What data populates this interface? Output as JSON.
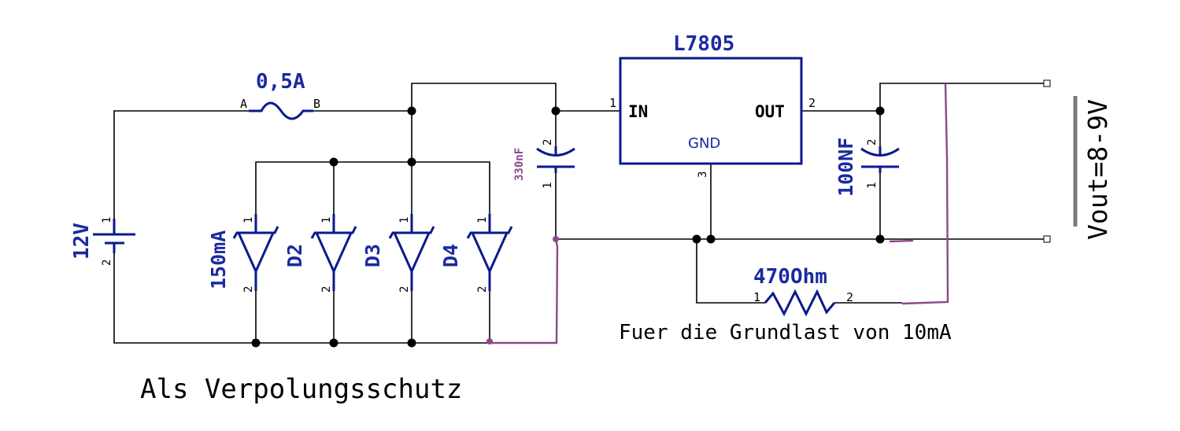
{
  "colors": {
    "wire": "#000000",
    "component": "#0a1a8c",
    "label": "#1a2aa0",
    "addition": "#8a4a8a",
    "background": "#ffffff"
  },
  "battery": {
    "label": "12V",
    "pin_top": "1",
    "pin_bottom": "2"
  },
  "fuse": {
    "label": "0,5A",
    "pin_left": "A",
    "pin_right": "B"
  },
  "diodes": [
    {
      "label": "150mA",
      "pin_top": "1",
      "pin_bottom": "2"
    },
    {
      "label": "D2",
      "pin_top": "1",
      "pin_bottom": "2"
    },
    {
      "label": "D3",
      "pin_top": "1",
      "pin_bottom": "2"
    },
    {
      "label": "D4",
      "pin_top": "1",
      "pin_bottom": "2"
    }
  ],
  "cap_in": {
    "label": "330nF",
    "pin_top": "2",
    "pin_bottom": "1"
  },
  "regulator": {
    "label": "L7805",
    "in_label": "IN",
    "out_label": "OUT",
    "gnd_label": "GND",
    "pin_in": "1",
    "pin_out": "2",
    "pin_gnd": "3"
  },
  "cap_out": {
    "label": "100NF",
    "pin_top": "2",
    "pin_bottom": "1"
  },
  "resistor": {
    "label": "470Ohm",
    "pin_left": "1",
    "pin_right": "2"
  },
  "output": {
    "label": "Vout=8-9V"
  },
  "notes": {
    "protection": "Als Verpolungsschutz",
    "load": "Fuer die Grundlast von 10mA"
  }
}
